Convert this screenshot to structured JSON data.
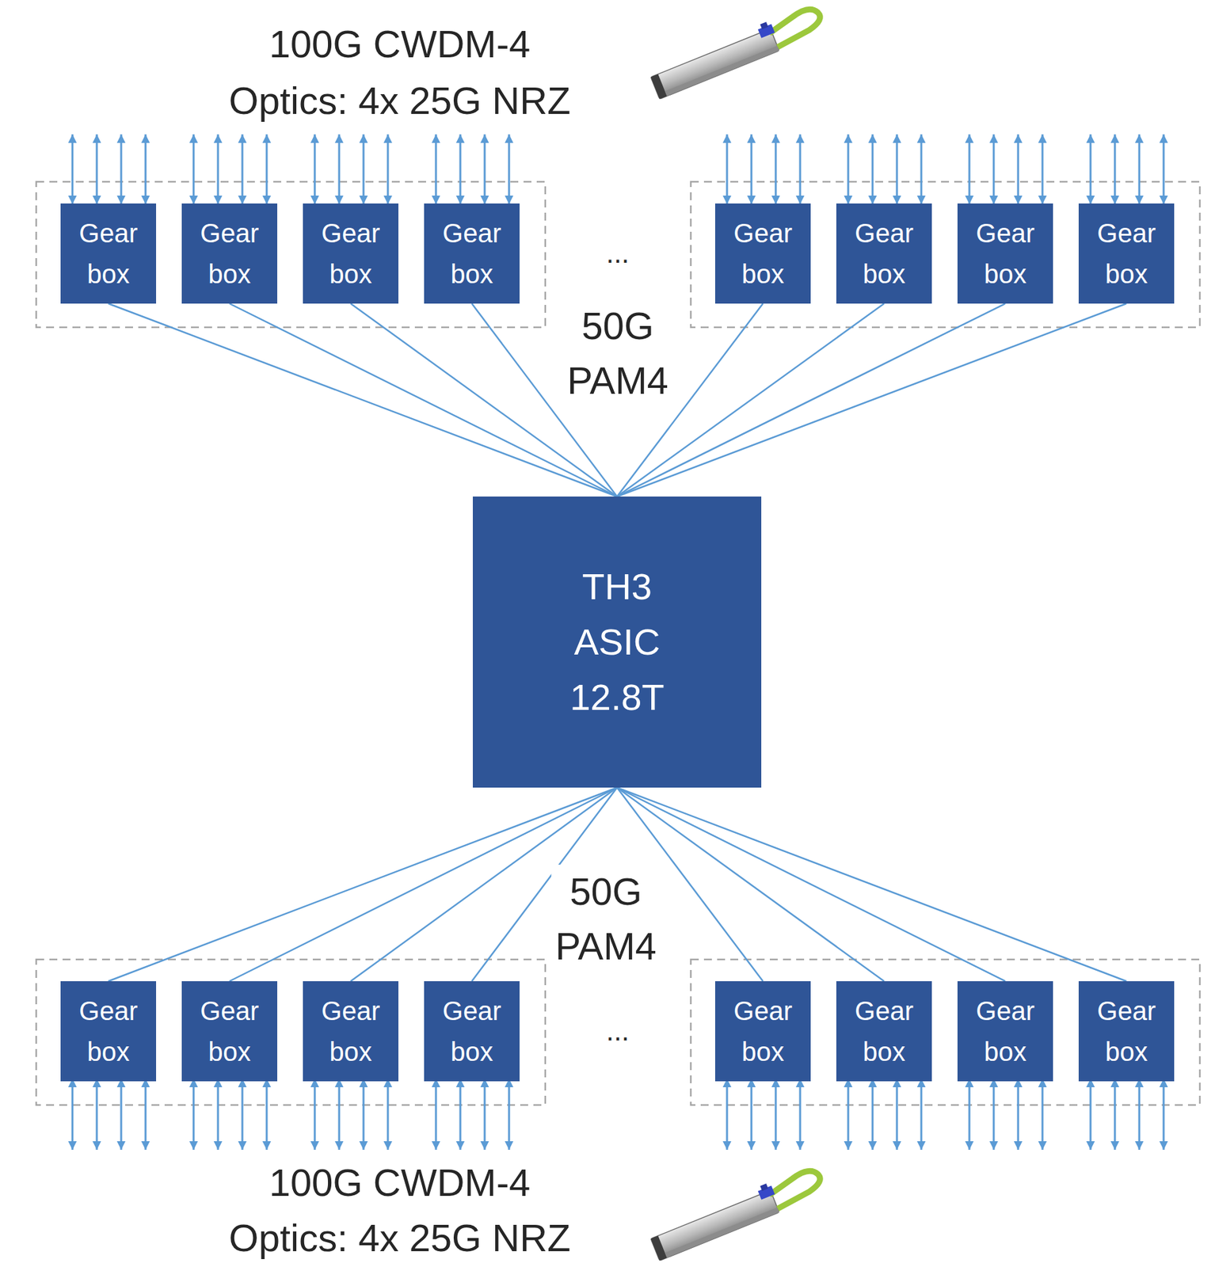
{
  "diagram": {
    "nodes": [
      {
        "text": [
          "Gear box"
        ]
      },
      {
        "text": [
          "Gear box"
        ]
      },
      {
        "text": [
          "Gear box"
        ]
      },
      {
        "text": [
          "Gear box"
        ]
      },
      {
        "text": [
          "Gear box"
        ]
      },
      {
        "text": [
          "Gear box"
        ]
      },
      {
        "text": [
          "Gear box"
        ]
      },
      {
        "text": [
          "Gear box"
        ]
      },
      {
        "text": [
          "TH3 ASIC 12.8T"
        ]
      },
      {
        "text": [
          "Gear box"
        ]
      },
      {
        "text": [
          "Gear box"
        ]
      },
      {
        "text": [
          "Gear box"
        ]
      },
      {
        "text": [
          "Gear box"
        ]
      },
      {
        "text": [
          "Gear box"
        ]
      },
      {
        "text": [
          "Gear box"
        ]
      },
      {
        "text": [
          "Gear box"
        ]
      },
      {
        "text": [
          "Gear box"
        ]
      }
    ],
    "edges": [
      {
        "from": 8,
        "to": 0,
        "arrow": "none"
      },
      {
        "from": 8,
        "to": 1,
        "arrow": "none"
      },
      {
        "from": 8,
        "to": 2,
        "arrow": "none"
      },
      {
        "from": 8,
        "to": 3,
        "arrow": "none"
      },
      {
        "from": 8,
        "to": 4,
        "arrow": "none"
      },
      {
        "from": 8,
        "to": 5,
        "arrow": "none"
      },
      {
        "from": 8,
        "to": 6,
        "arrow": "none"
      },
      {
        "from": 8,
        "to": 7,
        "arrow": "none"
      },
      {
        "from": 8,
        "to": 9,
        "arrow": "none"
      },
      {
        "from": 8,
        "to": 10,
        "arrow": "none"
      },
      {
        "from": 8,
        "to": 11,
        "arrow": "none"
      },
      {
        "from": 8,
        "to": 12,
        "arrow": "none"
      },
      {
        "from": 8,
        "to": 13,
        "arrow": "none"
      },
      {
        "from": 8,
        "to": 14,
        "arrow": "none"
      },
      {
        "from": 8,
        "to": 15,
        "arrow": "none"
      },
      {
        "from": 8,
        "to": 16,
        "arrow": "none"
      }
    ],
    "labels": [
      "100G CWDM-4",
      "Optics: 4x 25G NRZ",
      "...",
      "50G PAM4",
      "50G PAM4",
      "...",
      "100G CWDM-4",
      "Optics: 4x 25G NRZ"
    ]
  }
}
